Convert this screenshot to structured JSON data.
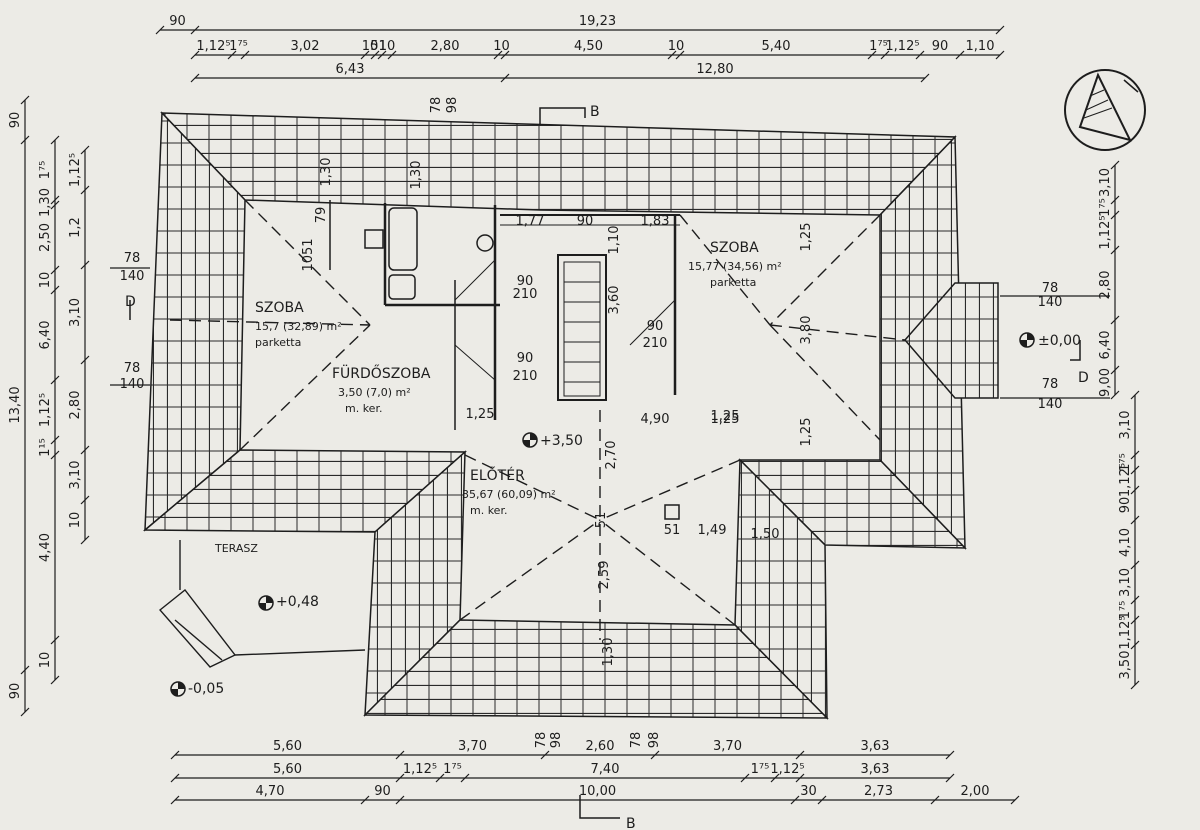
{
  "colors": {
    "paper": "#ecebe6",
    "ink": "#1d1d1d",
    "hatch": "#3a3a3a"
  },
  "rooms": {
    "szoba_left": {
      "name": "SZOBA",
      "area": "15,7 (32,89) m²",
      "floor": "parketta"
    },
    "szoba_right": {
      "name": "SZOBA",
      "area": "15,77 (34,56) m²",
      "floor": "parketta"
    },
    "furdo": {
      "name": "FÜRDŐSZOBA",
      "area": "3,50 (7,0) m²",
      "floor": "m. ker."
    },
    "eloter": {
      "name": "ELŐTÉR",
      "area": "35,67 (60,09) m²",
      "floor": "m. ker."
    },
    "terasz": "TERASZ"
  },
  "levels": {
    "top": "+3,50",
    "entrance": "±0,00",
    "terrace": "+0,48",
    "ground": "-0,05"
  },
  "section_mark": "B",
  "section_d": "D",
  "compass": "north-arrow",
  "dims_top_row1": [
    "90",
    "19,23"
  ],
  "dims_top_row2": [
    "1,12⁵",
    "1⁷⁵",
    "3,02",
    "10",
    "51",
    "10",
    "2,80",
    "10",
    "4,50",
    "10",
    "5,40",
    "1⁷⁵",
    "1,12⁵",
    "90",
    "1,10"
  ],
  "dims_top_row3": [
    "6,43",
    "12,80"
  ],
  "dims_bottom_row1": [
    "5,60",
    "3,70",
    "2,60",
    "3,70",
    "3,63"
  ],
  "dims_bottom_row2": [
    "5,60",
    "1,12⁵",
    "1⁷⁵",
    "7,40",
    "1⁷⁵",
    "1,12⁵",
    "3,63"
  ],
  "dims_bottom_row3": [
    "4,70",
    "90",
    "10,00",
    "30",
    "2,73",
    "2,00"
  ],
  "dims_left_outer": [
    "90",
    "13,40",
    "90"
  ],
  "dims_left_mid": [
    "1⁷⁵",
    "1,30",
    "2,50",
    "10",
    "6,40",
    "1,12⁵",
    "1¹⁵",
    "4,40",
    "10"
  ],
  "dims_left_inner": [
    "1,12⁵",
    "1,2",
    "3,10",
    "2,80",
    "3,10",
    "10"
  ],
  "dims_right": [
    "3,10",
    "1⁷⁵",
    "1,12⁵",
    "2,80",
    "6,40",
    "9,00",
    "3,10",
    "1⁷⁵",
    "1,12⁵",
    "90",
    "4,10",
    "3,10",
    "1⁷⁵",
    "1,12⁵",
    "3,50"
  ],
  "interior_dims": [
    "1,77",
    "90",
    "1,83",
    "90",
    "210",
    "90",
    "210",
    "90",
    "210",
    "3,60",
    "1,10",
    "1,30",
    "1,25",
    "4,90",
    "1,25",
    "1,25",
    "3,80",
    "1,25",
    "2,70",
    "51",
    "2,59",
    "1,49",
    "1,50",
    "51",
    "1,30",
    "1,25",
    "79",
    "1051",
    "1,30",
    "78",
    "98",
    "78",
    "98",
    "78",
    "98"
  ],
  "window_marks": [
    "78",
    "140",
    "78",
    "140",
    "78",
    "140",
    "78",
    "140"
  ]
}
